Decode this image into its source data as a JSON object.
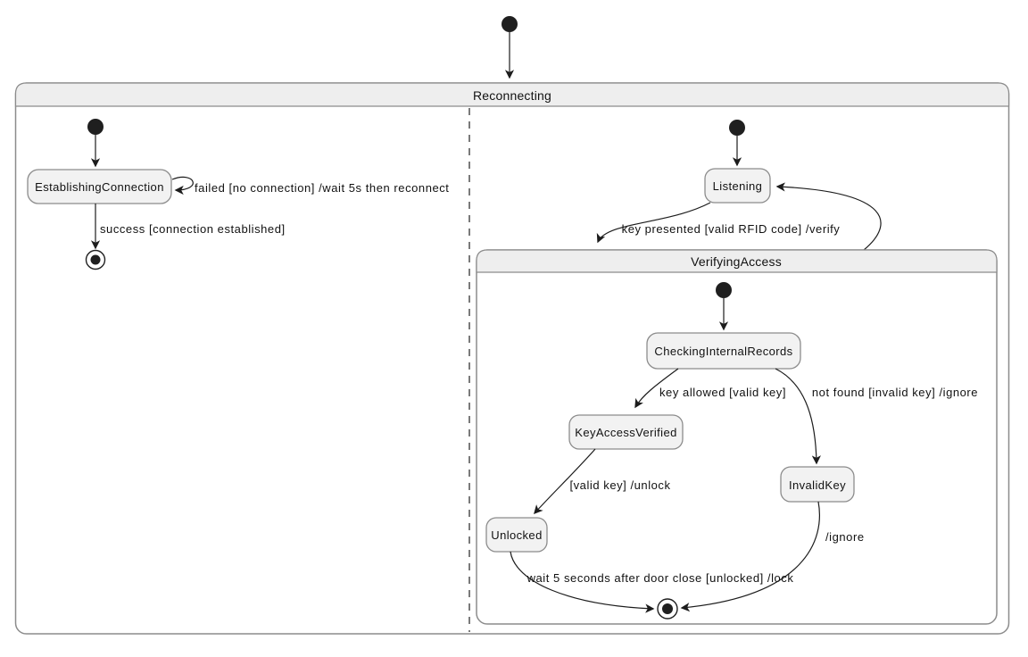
{
  "diagram": {
    "kind": "uml-state-machine",
    "outer_state": {
      "title": "Reconnecting"
    },
    "left_region": {
      "states": {
        "establishing_connection": "EstablishingConnection"
      },
      "transitions": {
        "failed_loop": "failed [no connection] /wait 5s then reconnect",
        "success": "success [connection established]"
      }
    },
    "right_region": {
      "states": {
        "listening": "Listening"
      },
      "transitions": {
        "key_presented": "key presented [valid RFID code] /verify"
      },
      "verifying_access": {
        "title": "VerifyingAccess",
        "states": {
          "checking_internal_records": "CheckingInternalRecords",
          "key_access_verified": "KeyAccessVerified",
          "unlocked": "Unlocked",
          "invalid_key": "InvalidKey"
        },
        "transitions": {
          "key_allowed": "key allowed [valid key]",
          "not_found": "not found [invalid key] /ignore",
          "valid_key_unlock": "[valid key] /unlock",
          "ignore": "/ignore",
          "wait_lock": "wait 5 seconds after door close [unlocked] /lock"
        }
      }
    },
    "colors": {
      "background": "#ffffff",
      "state_fill": "#f2f2f2",
      "state_border": "#8c8c8c",
      "title_bar_fill": "#eeeeee",
      "edge_line": "#1c1c1c",
      "text": "#111111"
    }
  }
}
